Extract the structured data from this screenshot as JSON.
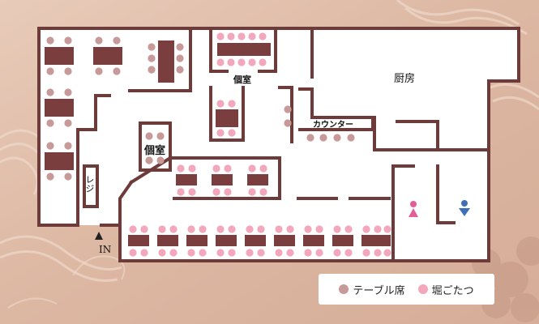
{
  "colors": {
    "wall": "#6e3b3b",
    "table": "#7a3e3e",
    "table_seat": "#c79a9a",
    "horigotatsu_seat": "#f3a7bd",
    "floor": "#ffffff",
    "women_icon": "#e05f97",
    "men_icon": "#3e6fb9",
    "entrance_arrow": "#222222"
  },
  "labels": {
    "kitchen": "厨房",
    "private_room_top": "個室",
    "private_room_left": "個室",
    "counter": "カウンター",
    "register": "レジ",
    "entrance": "IN"
  },
  "icons": {
    "women": "women-restroom-icon",
    "men": "men-restroom-icon",
    "entrance": "entrance-arrow-icon"
  },
  "legend": {
    "table_seats": "テーブル席",
    "horigotatsu": "堀ごたつ"
  }
}
